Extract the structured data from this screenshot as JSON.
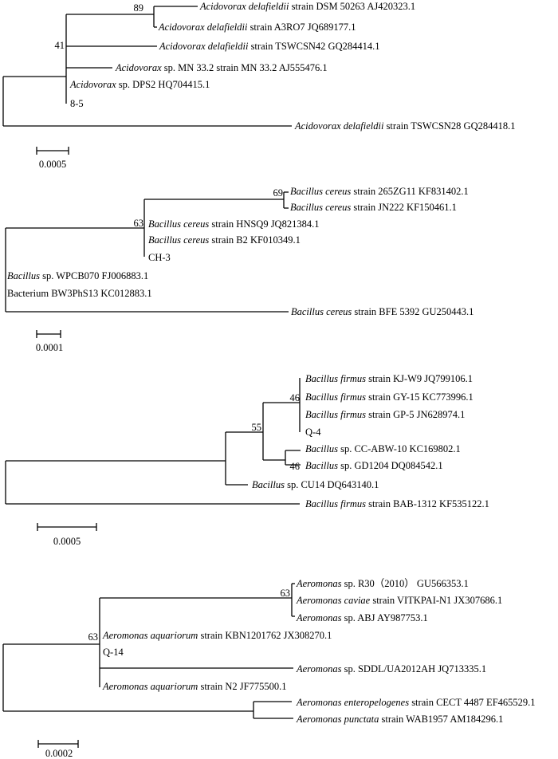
{
  "trees": [
    {
      "id": "acidovorax",
      "scale_label": "0.0005",
      "bootstrap": {
        "a": "89",
        "b": "41"
      },
      "leaves": [
        {
          "italic": "Acidovorax delafieldii",
          "rest": " strain DSM 50263 AJ420323.1"
        },
        {
          "italic": "Acidovorax delafieldii",
          "rest": " strain A3RO7 JQ689177.1"
        },
        {
          "italic": "Acidovorax delafieldii",
          "rest": " strain TSWCSN42 GQ284414.1"
        },
        {
          "italic": "Acidovorax",
          "rest": " sp. MN 33.2 strain MN 33.2 AJ555476.1"
        },
        {
          "italic": "Acidovorax",
          "rest": " sp. DPS2 HQ704415.1"
        },
        {
          "italic": "",
          "rest": "8-5"
        },
        {
          "italic": "Acidovorax delafieldii",
          "rest": " strain TSWCSN28 GQ284418.1"
        }
      ]
    },
    {
      "id": "bacillus-cereus",
      "scale_label": "0.0001",
      "bootstrap": {
        "a": "69",
        "b": "63"
      },
      "leaves": [
        {
          "italic": "Bacillus cereus",
          "rest": " strain 265ZG11 KF831402.1"
        },
        {
          "italic": "Bacillus cereus",
          "rest": " strain JN222 KF150461.1"
        },
        {
          "italic": "Bacillus cereus",
          "rest": " strain HNSQ9 JQ821384.1"
        },
        {
          "italic": "Bacillus cereus",
          "rest": " strain B2 KF010349.1"
        },
        {
          "italic": "",
          "rest": "CH-3"
        },
        {
          "italic": "Bacillus",
          "rest": " sp. WPCB070 FJ006883.1"
        },
        {
          "italic": "",
          "rest": "Bacterium BW3PhS13 KC012883.1"
        },
        {
          "italic": "Bacillus cereus",
          "rest": " strain BFE 5392 GU250443.1"
        }
      ]
    },
    {
      "id": "bacillus-firmus",
      "scale_label": "0.0005",
      "bootstrap": {
        "a": "46",
        "b": "55",
        "c": "46"
      },
      "leaves": [
        {
          "italic": "Bacillus firmus",
          "rest": " strain KJ-W9 JQ799106.1"
        },
        {
          "italic": "Bacillus firmus",
          "rest": " strain GY-15 KC773996.1"
        },
        {
          "italic": "Bacillus firmus",
          "rest": " strain GP-5 JN628974.1"
        },
        {
          "italic": "",
          "rest": "Q-4"
        },
        {
          "italic": "Bacillus",
          "rest": " sp. CC-ABW-10 KC169802.1"
        },
        {
          "italic": "Bacillus",
          "rest": " sp. GD1204 DQ084542.1"
        },
        {
          "italic": "Bacillus",
          "rest": " sp. CU14 DQ643140.1"
        },
        {
          "italic": "Bacillus firmus",
          "rest": " strain BAB-1312 KF535122.1"
        }
      ]
    },
    {
      "id": "aeromonas",
      "scale_label": "0.0002",
      "bootstrap": {
        "a": "63",
        "b": "63"
      },
      "leaves": [
        {
          "italic": "Aeromonas",
          "rest": " sp. R30（2010） GU566353.1"
        },
        {
          "italic": "Aeromonas caviae",
          "rest": " strain VITKPAI-N1 JX307686.1"
        },
        {
          "italic": "Aeromonas",
          "rest": " sp. ABJ AY987753.1"
        },
        {
          "italic": "Aeromonas aquariorum",
          "rest": " strain KBN1201762 JX308270.1"
        },
        {
          "italic": "",
          "rest": "Q-14"
        },
        {
          "italic": "Aeromonas",
          "rest": " sp. SDDL/UA2012AH JQ713335.1"
        },
        {
          "italic": "Aeromonas aquariorum",
          "rest": " strain N2 JF775500.1"
        },
        {
          "italic": "Aeromonas enteropelogenes",
          "rest": " strain CECT 4487 EF465529.1"
        },
        {
          "italic": "Aeromonas punctata",
          "rest": " strain WAB1957 AM184296.1"
        }
      ]
    }
  ]
}
